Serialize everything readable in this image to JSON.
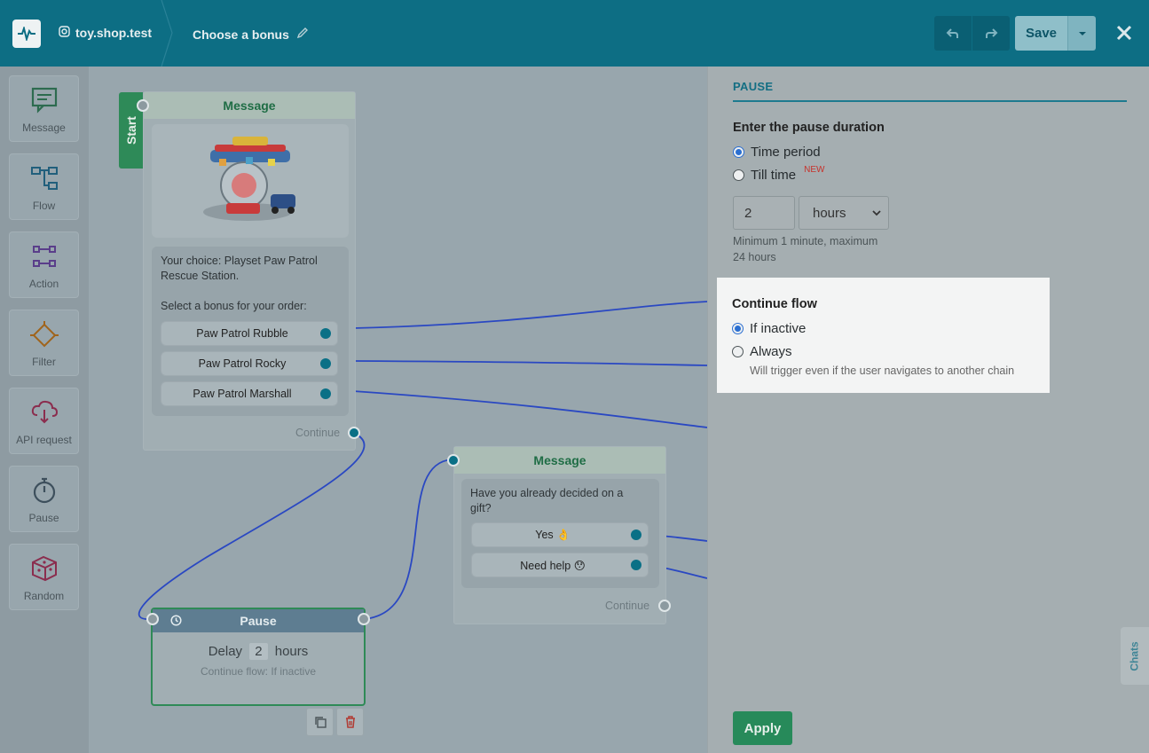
{
  "header": {
    "account": "toy.shop.test",
    "flow_title": "Choose a bonus",
    "save_label": "Save"
  },
  "sidebar": {
    "items": [
      {
        "label": "Message",
        "icon": "message-icon"
      },
      {
        "label": "Flow",
        "icon": "flow-icon"
      },
      {
        "label": "Action",
        "icon": "action-icon"
      },
      {
        "label": "Filter",
        "icon": "filter-icon"
      },
      {
        "label": "API request",
        "icon": "api-request-icon"
      },
      {
        "label": "Pause",
        "icon": "pause-icon"
      },
      {
        "label": "Random",
        "icon": "random-icon"
      }
    ]
  },
  "canvas": {
    "start_label": "Start",
    "message1": {
      "title": "Message",
      "text_line1": "Your choice: Playset Paw Patrol",
      "text_line2": "Rescue Station.",
      "text_line3": "Select a bonus for your order:",
      "buttons": [
        "Paw Patrol Rubble",
        "Paw Patrol Rocky",
        "Paw Patrol Marshall"
      ],
      "continue": "Continue"
    },
    "message2": {
      "title": "Message",
      "text_line1": "Have you already decided on a",
      "text_line2": "gift?",
      "buttons": [
        "Yes 👌",
        "Need help 😯"
      ],
      "continue": "Continue"
    },
    "pause": {
      "title": "Pause",
      "delay_prefix": "Delay",
      "delay_value": "2",
      "delay_unit": "hours",
      "subtitle": "Continue flow: If inactive"
    }
  },
  "panel": {
    "title": "PAUSE",
    "duration_label": "Enter the pause duration",
    "option_time_period": "Time period",
    "option_till_time": "Till time",
    "new_badge": "NEW",
    "duration_value": "2",
    "duration_unit": "hours",
    "hint_line1": "Minimum 1 minute, maximum",
    "hint_line2": "24 hours",
    "continue_label": "Continue flow",
    "option_if_inactive": "If inactive",
    "option_always": "Always",
    "always_hint": "Will trigger even if the user navigates to another chain",
    "apply_label": "Apply",
    "chats_tab": "Chats"
  },
  "colors": {
    "topbar": "#0d6e84",
    "accent": "#0a7086",
    "success": "#2e8a58",
    "edge": "#2a48c2"
  }
}
